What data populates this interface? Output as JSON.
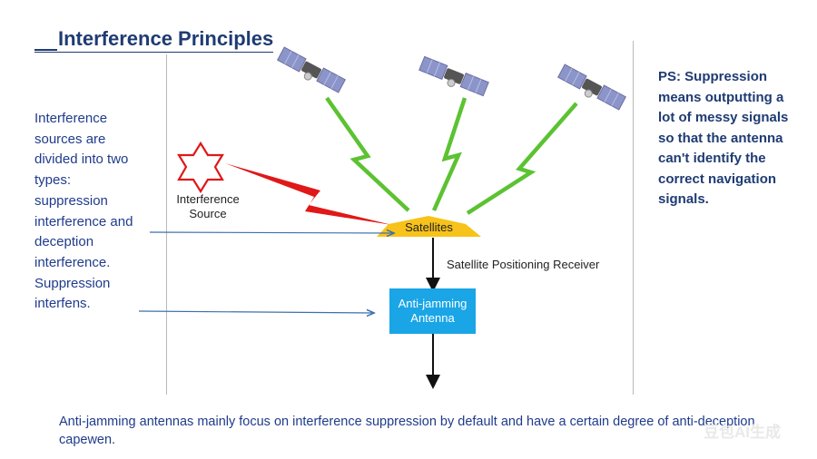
{
  "title": "Interference Principles",
  "left_text": "Interference sources are divided into two types: suppression interference and deception interference. Suppression interfens.",
  "ps_text": "PS: Suppression means outputting a lot of messy signals so that the antenna can't identify the correct navigation signals.",
  "bottom_text": "Anti-jamming antennas mainly focus on interference suppression by default and have a certain degree of anti-deception capewen.",
  "diagram": {
    "interference_source_line1": "Interference",
    "interference_source_line2": "Source",
    "satellites_label": "Satellites",
    "receiver_label": "Satellite Positioning Receiver",
    "antenna_line1": "Anti-jamming",
    "antenna_line2": "Antenna"
  },
  "watermark": "豆包AI生成",
  "icons": [
    "satellite-icon",
    "interference-star-icon"
  ],
  "colors": {
    "title": "#1f3b73",
    "body_text": "#1f3b8c",
    "signal_green": "#5cc232",
    "interference_red": "#e01818",
    "satellites_shape": "#f7c21a",
    "antenna_box": "#1aa5e6",
    "pointer_line": "#3b6fb0"
  }
}
